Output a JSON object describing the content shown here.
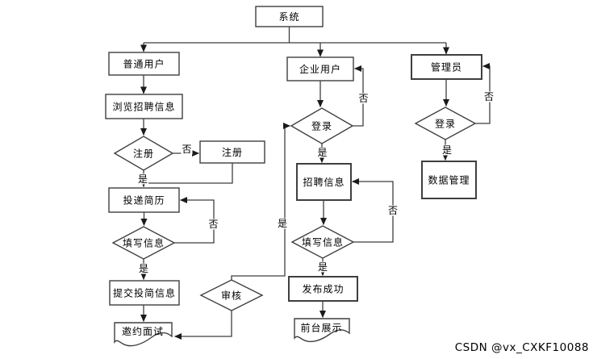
{
  "colors": {
    "line": "#3f3f3f",
    "node_fill": "#ffffff",
    "text": "#000000",
    "watermark": "#c5c8ce"
  },
  "labels": {
    "yes": "是",
    "no": "否"
  },
  "watermark": {
    "text": "CSDN @vx_CXKF10088"
  },
  "flowchart": {
    "root": {
      "label": "系统"
    },
    "ordinary_user_branch": {
      "user": "普通用户",
      "browse_jobs": "浏览招聘信息",
      "register_decision": "注册",
      "register_action": "注册",
      "submit_resume": "投递简历",
      "fill_info": "填写信息",
      "submit_resume_info": "提交投简信息",
      "interview_invite": "邀约面试"
    },
    "enterprise_branch": {
      "user": "企业用户",
      "login": "登录",
      "job_info": "招聘信息",
      "fill_info": "填写信息",
      "publish_success": "发布成功",
      "front_display": "前台展示",
      "audit": "审核"
    },
    "admin_branch": {
      "user": "管理员",
      "login": "登录",
      "data_management": "数据管理"
    }
  }
}
